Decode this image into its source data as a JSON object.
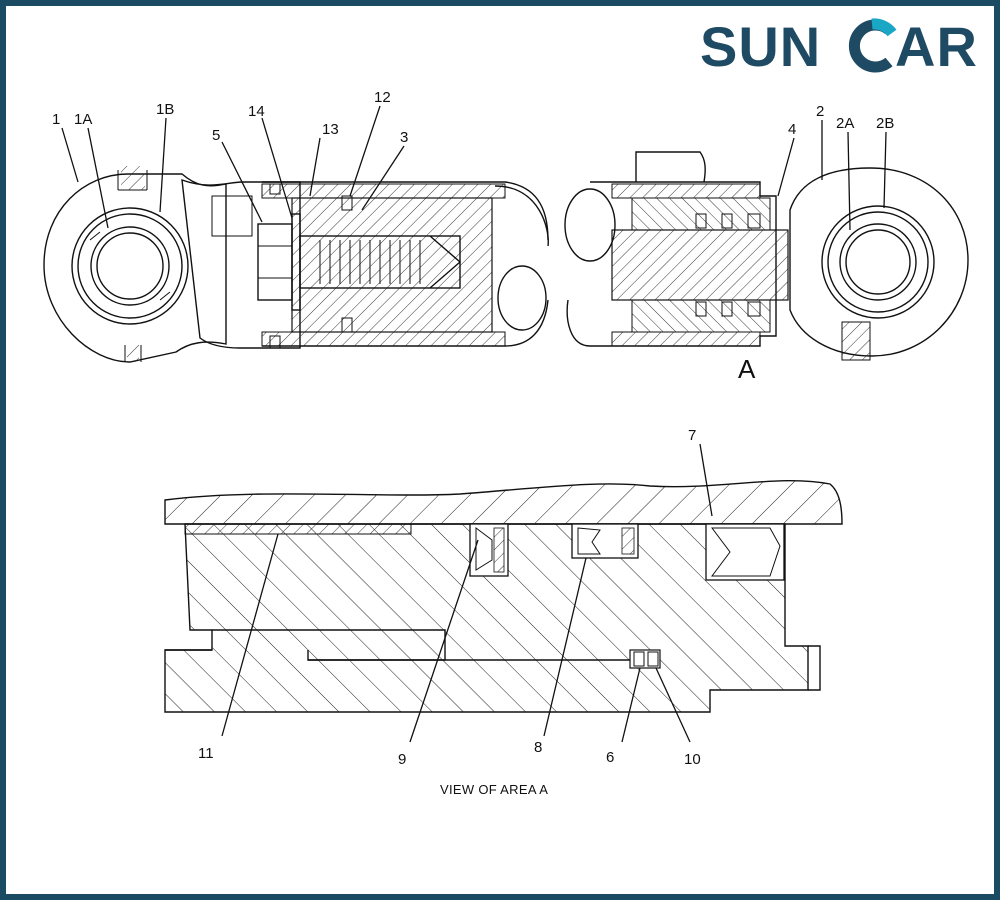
{
  "brand": {
    "name_left": "SUN",
    "name_right": "AR",
    "frame_color": "#1b4a63",
    "text_color": "#1f4a63",
    "accent_color": "#1aa7c6"
  },
  "labels": {
    "l1": "1",
    "l1A": "1A",
    "l1B": "1B",
    "l14": "14",
    "l5": "5",
    "l13": "13",
    "l12": "12",
    "l3": "3",
    "l4": "4",
    "l2": "2",
    "l2A": "2A",
    "l2B": "2B",
    "lA": "A",
    "l7": "7",
    "l11": "11",
    "l9": "9",
    "l8": "8",
    "l6": "6",
    "l10": "10"
  },
  "caption": "VIEW OF AREA A"
}
